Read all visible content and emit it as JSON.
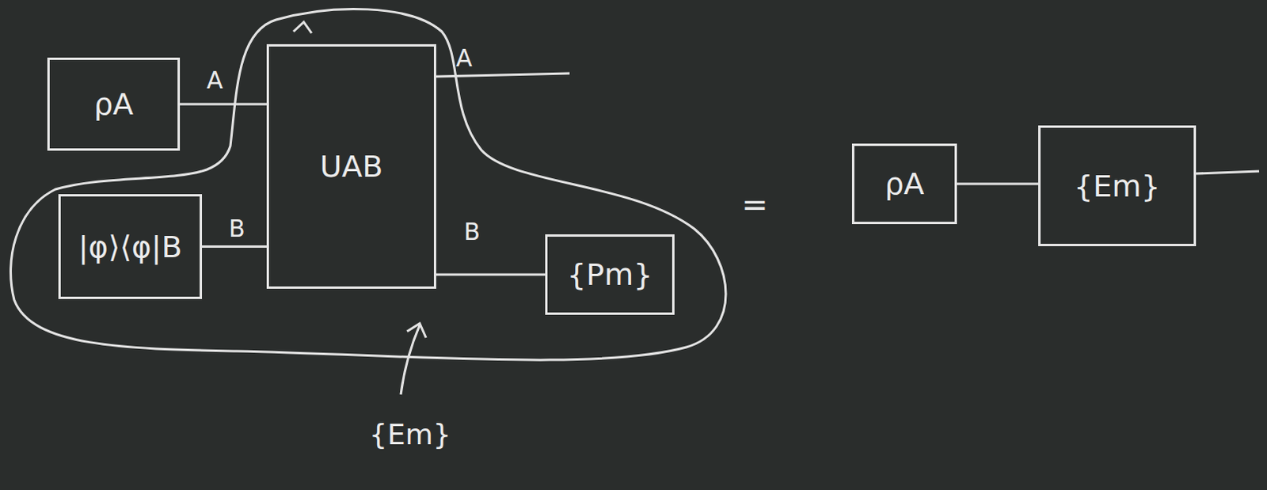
{
  "diagram": {
    "nodes": [
      {
        "text": [
          "ρA"
        ]
      },
      {
        "text": [
          "|φ⟩⟨φ|B"
        ]
      },
      {
        "text": [
          "UAB"
        ]
      },
      {
        "text": [
          "{Pm}"
        ]
      },
      {
        "text": [
          "ρA"
        ]
      },
      {
        "text": [
          "{Em}"
        ]
      }
    ],
    "edges": [
      {
        "from": 0,
        "to": 2,
        "arrow": "none"
      },
      {
        "from": 1,
        "to": 2,
        "arrow": "none"
      },
      {
        "from": 2,
        "to": 3,
        "arrow": "none"
      },
      {
        "from": 4,
        "to": 5,
        "arrow": "none"
      }
    ],
    "labels": [
      "A",
      "B",
      "A",
      "B",
      "=",
      "{Em}"
    ]
  }
}
